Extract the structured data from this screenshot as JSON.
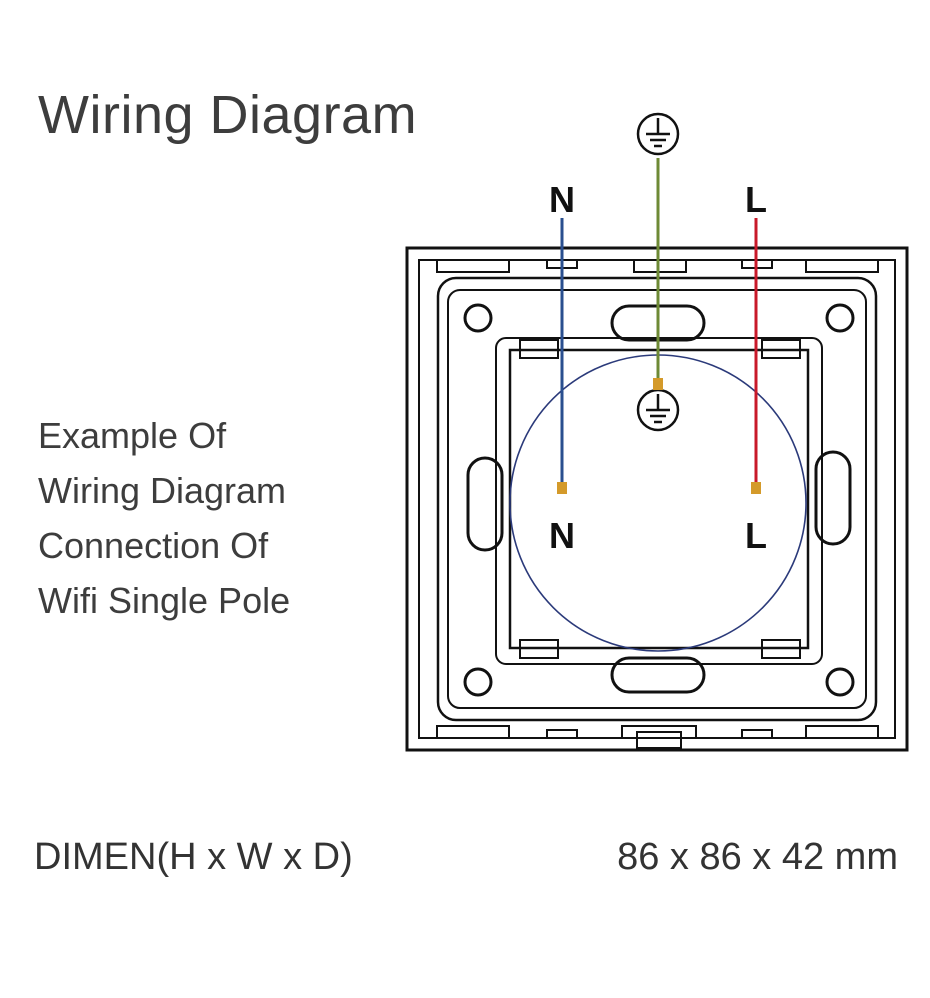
{
  "title": "Wiring Diagram",
  "description": [
    "Example Of",
    "Wiring Diagram",
    "Connection Of",
    "Wifi Single Pole"
  ],
  "terminals": {
    "top_neutral": "N",
    "top_live": "L",
    "inner_neutral": "N",
    "inner_live": "L"
  },
  "dimensions": {
    "label": "DIMEN(H x W x D)",
    "value": "86 x 86 x 42 mm"
  },
  "colors": {
    "neutral_wire": "#2a4f8f",
    "earth_wire": "#6e8a35",
    "live_wire": "#c8192a",
    "terminal": "#d49a2a",
    "outline": "#111111"
  },
  "icons": [
    "ground-symbol-icon"
  ]
}
